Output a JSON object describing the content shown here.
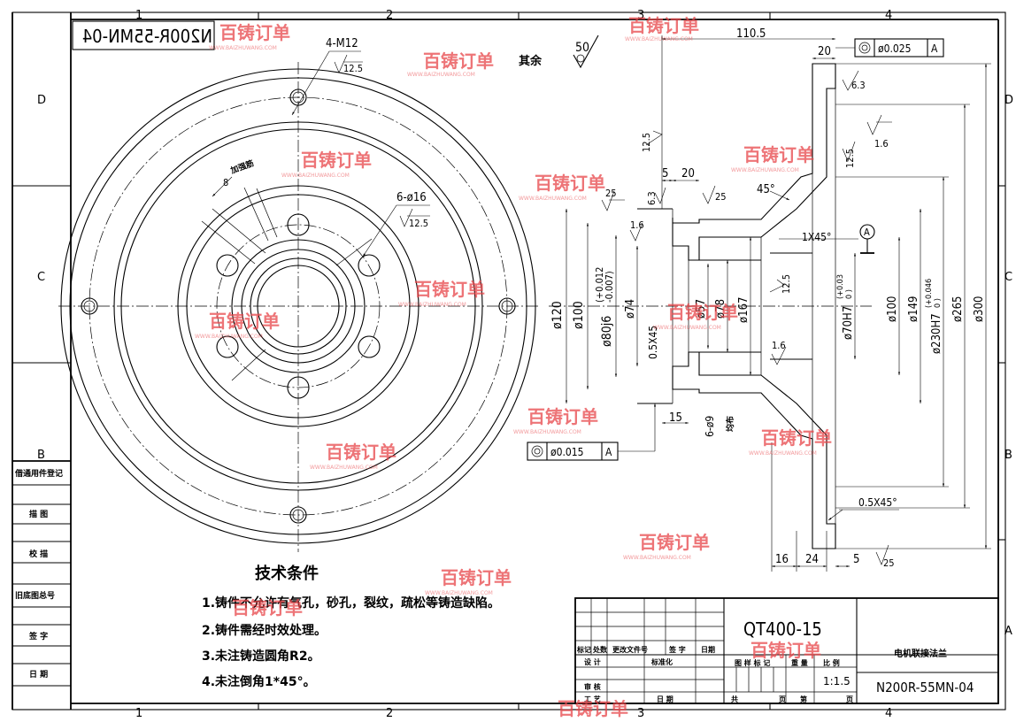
{
  "drawing": {
    "code_mirrored": "N200R-55MN-04",
    "code": "N200R-55MN-04",
    "material": "QT400-15",
    "part_name": "电机联接法兰",
    "scale_label": "比 例",
    "scale": "1:1.5",
    "rest_finish": "其余",
    "rest_roughness": "50"
  },
  "grid": {
    "columns": [
      "1",
      "2",
      "3",
      "4"
    ],
    "rows": [
      "D",
      "C",
      "B",
      "A"
    ]
  },
  "front_view": {
    "thread_callout": "4-M12",
    "thread_roughness": "12.5",
    "hole_callout": "6-ø16",
    "hole_roughness": "12.5",
    "rib_dim": "8",
    "rib_note": "加强筋"
  },
  "section": {
    "dims": {
      "d110_5": "110.5",
      "d20_top": "20",
      "d5": "5",
      "d20_mid": "20",
      "d45": "45°",
      "d1x45": "1X45°",
      "d15": "15",
      "d6_9": "6-ø9",
      "d_even": "均布",
      "d16": "16",
      "d24": "24",
      "d5_bot": "5",
      "d05x45_r": "0.5X45°",
      "d05x45_l": "0.5X45",
      "datum": "A"
    },
    "diameters": {
      "d120": "ø120",
      "d100": "ø100",
      "d80": "ø80j6",
      "d80_tol_up": "(+0.012",
      "d80_tol_dn": "-0.007)",
      "d74": "ø74",
      "d57": "ø57",
      "d78": "ø78",
      "d167": "ø167",
      "d70": "ø70H7",
      "d70_tol_up": "(+0.03",
      "d70_tol_dn": "0 )",
      "d100r": "ø100",
      "d149": "ø149",
      "d230": "ø230H7",
      "d230_tol_up": "(+0.046",
      "d230_tol_dn": "0 )",
      "d265": "ø265",
      "d300": "ø300"
    },
    "roughness": {
      "r63_top": "6.3",
      "r16_a": "1.6",
      "r125_a": "12.5",
      "r125_b": "12.5",
      "r25_a": "25",
      "r63_b": "6.3",
      "r25_b": "25",
      "r16_b": "1.6",
      "r125_c": "12.5",
      "r16_c": "1.6",
      "r25_c": "25"
    },
    "tolerance_top": {
      "value": "ø0.025",
      "datum": "A"
    },
    "tolerance_bot": {
      "value": "ø0.015",
      "datum": "A"
    }
  },
  "tech_notes": {
    "title": "技术条件",
    "items": [
      "1.铸件不允许有气孔，砂孔，裂纹，疏松等铸造缺陷。",
      "2.铸件需经时效处理。",
      "3.未注铸造圆角R2。",
      "4.未注倒角1*45°。"
    ]
  },
  "left_column": {
    "items": [
      "借通用件登记",
      "描 图",
      "校 描",
      "旧底图总号",
      "签 字",
      "日 期"
    ]
  },
  "title_block": {
    "headers": [
      "标记",
      "处数",
      "更改文件号",
      "签 字",
      "日期"
    ],
    "design": "设 计",
    "standard": "标准化",
    "review": "审 核",
    "process": "工 艺",
    "date": "日 期",
    "stage_mark": "图 样 标 记",
    "weight": "重 量",
    "total": "共",
    "sheet_unit": "页",
    "sheet": "第",
    "sheet_unit2": "页"
  },
  "watermark": {
    "text": "百铸订单",
    "url": "WWW.BAIZHUWANG.COM"
  }
}
